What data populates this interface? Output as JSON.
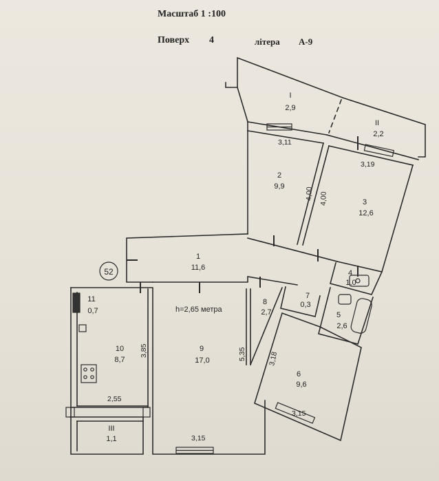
{
  "header": {
    "scale_label": "Масштаб 1 :100",
    "floor_label": "Поверх",
    "floor_value": "4",
    "letter_label": "літера",
    "letter_value": "А-9"
  },
  "plan": {
    "building_number": "52",
    "height_note": "h=2,65 метра",
    "rooms": [
      {
        "id": "I",
        "area": "2,9"
      },
      {
        "id": "II",
        "area": "2,2"
      },
      {
        "id": "2",
        "area": "9,9"
      },
      {
        "id": "3",
        "area": "12,6"
      },
      {
        "id": "1",
        "area": "11,6"
      },
      {
        "id": "4",
        "area": "1,0"
      },
      {
        "id": "7",
        "area": "0,3"
      },
      {
        "id": "5",
        "area": "2,6"
      },
      {
        "id": "8",
        "area": "2,7"
      },
      {
        "id": "11",
        "area": "0,7"
      },
      {
        "id": "10",
        "area": "8,7"
      },
      {
        "id": "9",
        "area": "17,0"
      },
      {
        "id": "6",
        "area": "9,6"
      },
      {
        "id": "III",
        "area": "1,1"
      }
    ],
    "dimensions": [
      "3,11",
      "3,19",
      "4,00",
      "4,00",
      "3,85",
      "5,35",
      "3,18",
      "2,55",
      "3,15",
      "3,15"
    ]
  }
}
